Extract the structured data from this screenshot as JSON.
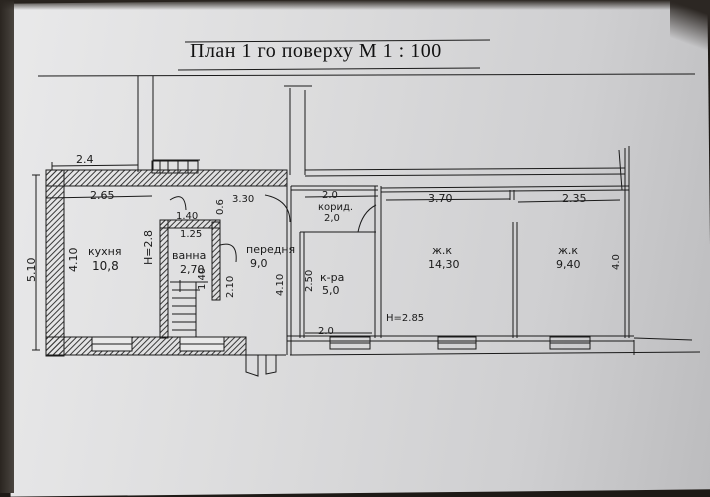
{
  "title": "План 1 го поверху  М 1 : 100",
  "rooms": [
    {
      "name": "кухня",
      "area": "10,8"
    },
    {
      "name": "ванна",
      "area": "2,70"
    },
    {
      "name": "передня",
      "area": "9,0"
    },
    {
      "name": "корид.",
      "area": "2,0"
    },
    {
      "name": "к-ра",
      "area": "5,0"
    },
    {
      "name": "ж.к",
      "area": "14,30"
    },
    {
      "name": "ж.к",
      "area": "9,40"
    }
  ],
  "dimensions": {
    "d_2_4": "2.4",
    "d_2_65": "2.65",
    "d_5_10": "5.10",
    "d_4_10_left": "4.10",
    "d_1_40": "1.40",
    "d_0_6": "0.6",
    "d_3_30": "3.30",
    "d_1_25": "1.25",
    "d_h_2_8": "H=2.8",
    "d_1_40_v": "1.40",
    "d_2_10": "2.10",
    "d_4_10_mid": "4.10",
    "d_2_50": "2.50",
    "d_2_0_top": "2.0",
    "d_2_0_bot": "2.0",
    "d_3_70": "3.70",
    "d_h_2_85": "H=2.85",
    "d_2_35": "2.35",
    "d_4_0": "4.0"
  },
  "colors": {
    "ink": "#1a1a1a",
    "wall_hatch": "#444444",
    "paper": "#dedede"
  }
}
